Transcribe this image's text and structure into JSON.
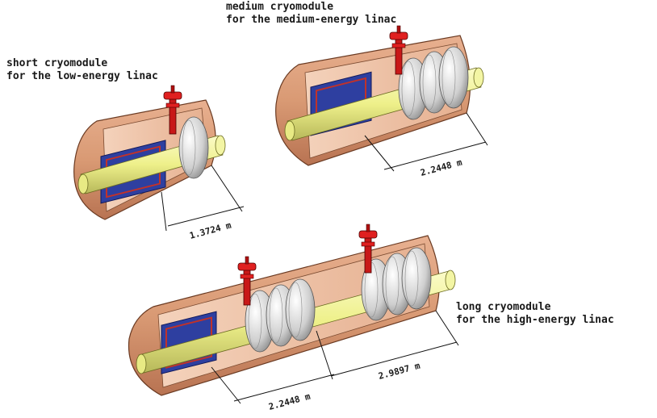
{
  "labels": {
    "short_line1": "short cryomodule",
    "short_line2": "for the low-energy linac",
    "medium_line1": "medium cryomodule",
    "medium_line2": "for the medium-energy linac",
    "long_line1": "long cryomodule",
    "long_line2": "for the high-energy linac"
  },
  "dimensions": {
    "short_length": "1.3724 m",
    "medium_length": "2.2448 m",
    "long_length_a": "2.2448 m",
    "long_length_b": "2.9897 m"
  },
  "colors": {
    "shell": "#d99a74",
    "shell_dark": "#b06a48",
    "interior": "#efc1a2",
    "beam_pipe": "#eef08a",
    "solenoid": "#2e3fa0",
    "coil": "#c0322a",
    "cavity": "#d6d6d6",
    "coupler": "#c81818"
  }
}
